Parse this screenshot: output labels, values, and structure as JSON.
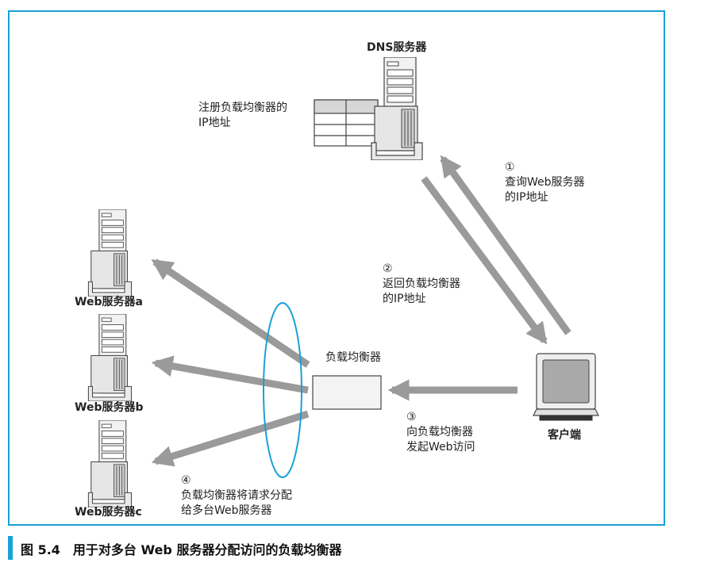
{
  "servers": {
    "dns": "DNS服务器",
    "web_a": "Web服务器a",
    "web_b": "Web服务器b",
    "web_c": "Web服务器c"
  },
  "client": "客户端",
  "load_balancer": "负载均衡器",
  "dns_table_note": {
    "line1": "注册负载均衡器的",
    "line2": "IP地址"
  },
  "steps": [
    {
      "num": "①",
      "line1": "查询Web服务器",
      "line2": "的IP地址"
    },
    {
      "num": "②",
      "line1": "返回负载均衡器",
      "line2": "的IP地址"
    },
    {
      "num": "③",
      "line1": "向负载均衡器",
      "line2": "发起Web访问"
    },
    {
      "num": "④",
      "line1": "负载均衡器将请求分配",
      "line2": "给多台Web服务器"
    }
  ],
  "caption": "图 5.4　用于对多台 Web 服务器分配访问的负载均衡器",
  "colors": {
    "accent": "#1aa0d8",
    "arrow": "#9a9a9a",
    "ring": "#1aa0d8"
  }
}
